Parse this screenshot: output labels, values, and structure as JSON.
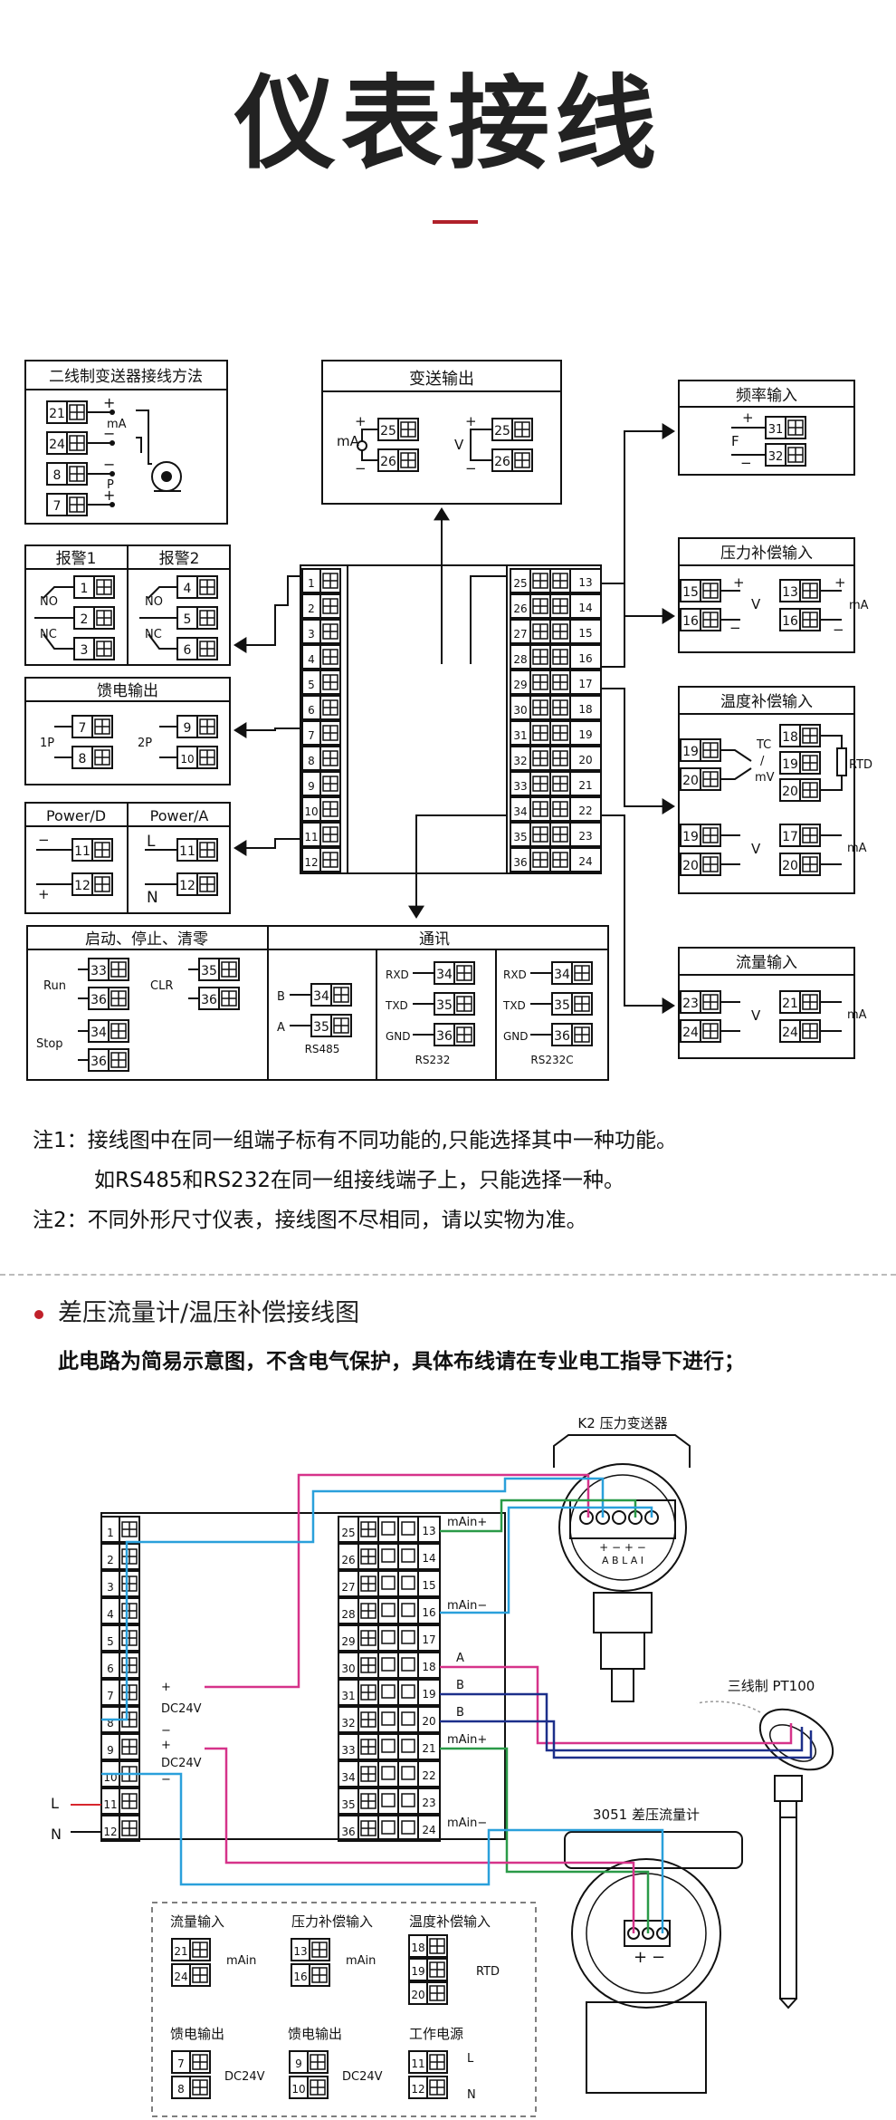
{
  "page": {
    "title": "仪表接线",
    "notes": [
      "注1：接线图中在同一组端子标有不同功能的,只能选择其中一种功能。",
      "如RS485和RS232在同一组接线端子上，只能选择一种。",
      "注2：不同外形尺寸仪表，接线图不尽相同，请以实物为准。"
    ],
    "section_title": "差压流量计/温压补偿接线图",
    "section_subtitle": "此电路为简易示意图，不含电气保护，具体布线请在专业电工指导下进行；"
  },
  "top_diagram": {
    "two_wire": {
      "title": "二线制变送器接线方法",
      "terminals": [
        "21",
        "24",
        "8",
        "7"
      ],
      "signs": [
        "+",
        "−",
        "−",
        "+"
      ],
      "labels": [
        "mA",
        "P"
      ]
    },
    "transmit": {
      "title": "变送输出",
      "terminals": [
        "25",
        "26"
      ],
      "labels": [
        "mA",
        "V"
      ],
      "signs": [
        "+",
        "−"
      ]
    },
    "freq": {
      "title": "频率输入",
      "terminals": [
        "31",
        "32"
      ],
      "label": "F",
      "signs": [
        "+",
        "−"
      ]
    },
    "pressure": {
      "title": "压力补偿输入",
      "terminals": [
        "15",
        "16",
        "13",
        "16"
      ],
      "labels": [
        "V",
        "mA"
      ]
    },
    "temperature": {
      "title": "温度补偿输入",
      "terminals": [
        "19",
        "20",
        "18",
        "19",
        "20",
        "19",
        "20",
        "17",
        "20"
      ],
      "labels": [
        "TC",
        "/",
        "mV",
        "RTD",
        "V",
        "mA"
      ]
    },
    "flow": {
      "title": "流量输入",
      "terminals": [
        "23",
        "24",
        "21",
        "24"
      ],
      "labels": [
        "V",
        "mA"
      ]
    },
    "alarm": {
      "titles": [
        "报警1",
        "报警2"
      ],
      "terminals": [
        "1",
        "2",
        "3",
        "4",
        "5",
        "6"
      ],
      "labels": [
        "NO",
        "NC"
      ]
    },
    "feed": {
      "title": "馈电输出",
      "terminals": [
        "7",
        "8",
        "9",
        "10"
      ],
      "labels": [
        "1P",
        "2P"
      ]
    },
    "power": {
      "titles": [
        "Power/D",
        "Power/A"
      ],
      "terminals": [
        "11",
        "12"
      ],
      "labels": [
        "L",
        "N"
      ]
    },
    "bottom": {
      "titles": [
        "启动、停止、清零",
        "通讯"
      ],
      "terminals": [
        "33",
        "36",
        "34",
        "36",
        "35",
        "36",
        "34",
        "35",
        "34",
        "35",
        "36",
        "34",
        "35",
        "36"
      ],
      "labels": [
        "Run",
        "CLR",
        "Stop",
        "B",
        "A",
        "RXD",
        "TXD",
        "GND",
        "RS485",
        "RS232",
        "RS232C"
      ]
    },
    "main_left": [
      "1",
      "2",
      "3",
      "4",
      "5",
      "6",
      "7",
      "8",
      "9",
      "10",
      "11",
      "12"
    ],
    "main_right_a": [
      "25",
      "26",
      "27",
      "28",
      "29",
      "30",
      "31",
      "32",
      "33",
      "34",
      "35",
      "36"
    ],
    "main_right_b": [
      "13",
      "14",
      "15",
      "16",
      "17",
      "18",
      "19",
      "20",
      "21",
      "22",
      "23",
      "24"
    ]
  },
  "bottom_diagram": {
    "k2": "K2 压力变送器",
    "k2_terminals": "+ −+ −\nA B L A I",
    "pt100": "三线制 PT100",
    "dp": "3051 差压流量计",
    "labels": [
      "mAin+",
      "mAin−",
      "A",
      "B",
      "B",
      "mAin+",
      "mAin−",
      "+",
      "DC24V",
      "−",
      "+",
      "DC24V",
      "−",
      "L",
      "N"
    ],
    "legend": {
      "flow": "流量输入",
      "press": "压力补偿输入",
      "temp": "温度补偿输入",
      "feed1": "馈电输出",
      "feed2": "馈电输出",
      "power": "工作电源",
      "mAin": "mAin",
      "rtd": "RTD",
      "dc24v": "DC24V",
      "terminals": [
        "21",
        "24",
        "13",
        "16",
        "18",
        "19",
        "20",
        "7",
        "8",
        "9",
        "10",
        "11",
        "12"
      ],
      "power_labels": [
        "L",
        "N"
      ]
    }
  },
  "colors": {
    "accent": "#b0202a",
    "magenta": "#d6338a",
    "cyan": "#2aa0db",
    "navy": "#1c2f8a",
    "green": "#2a9a48",
    "red": "#d8262e",
    "dark": "#111111"
  }
}
